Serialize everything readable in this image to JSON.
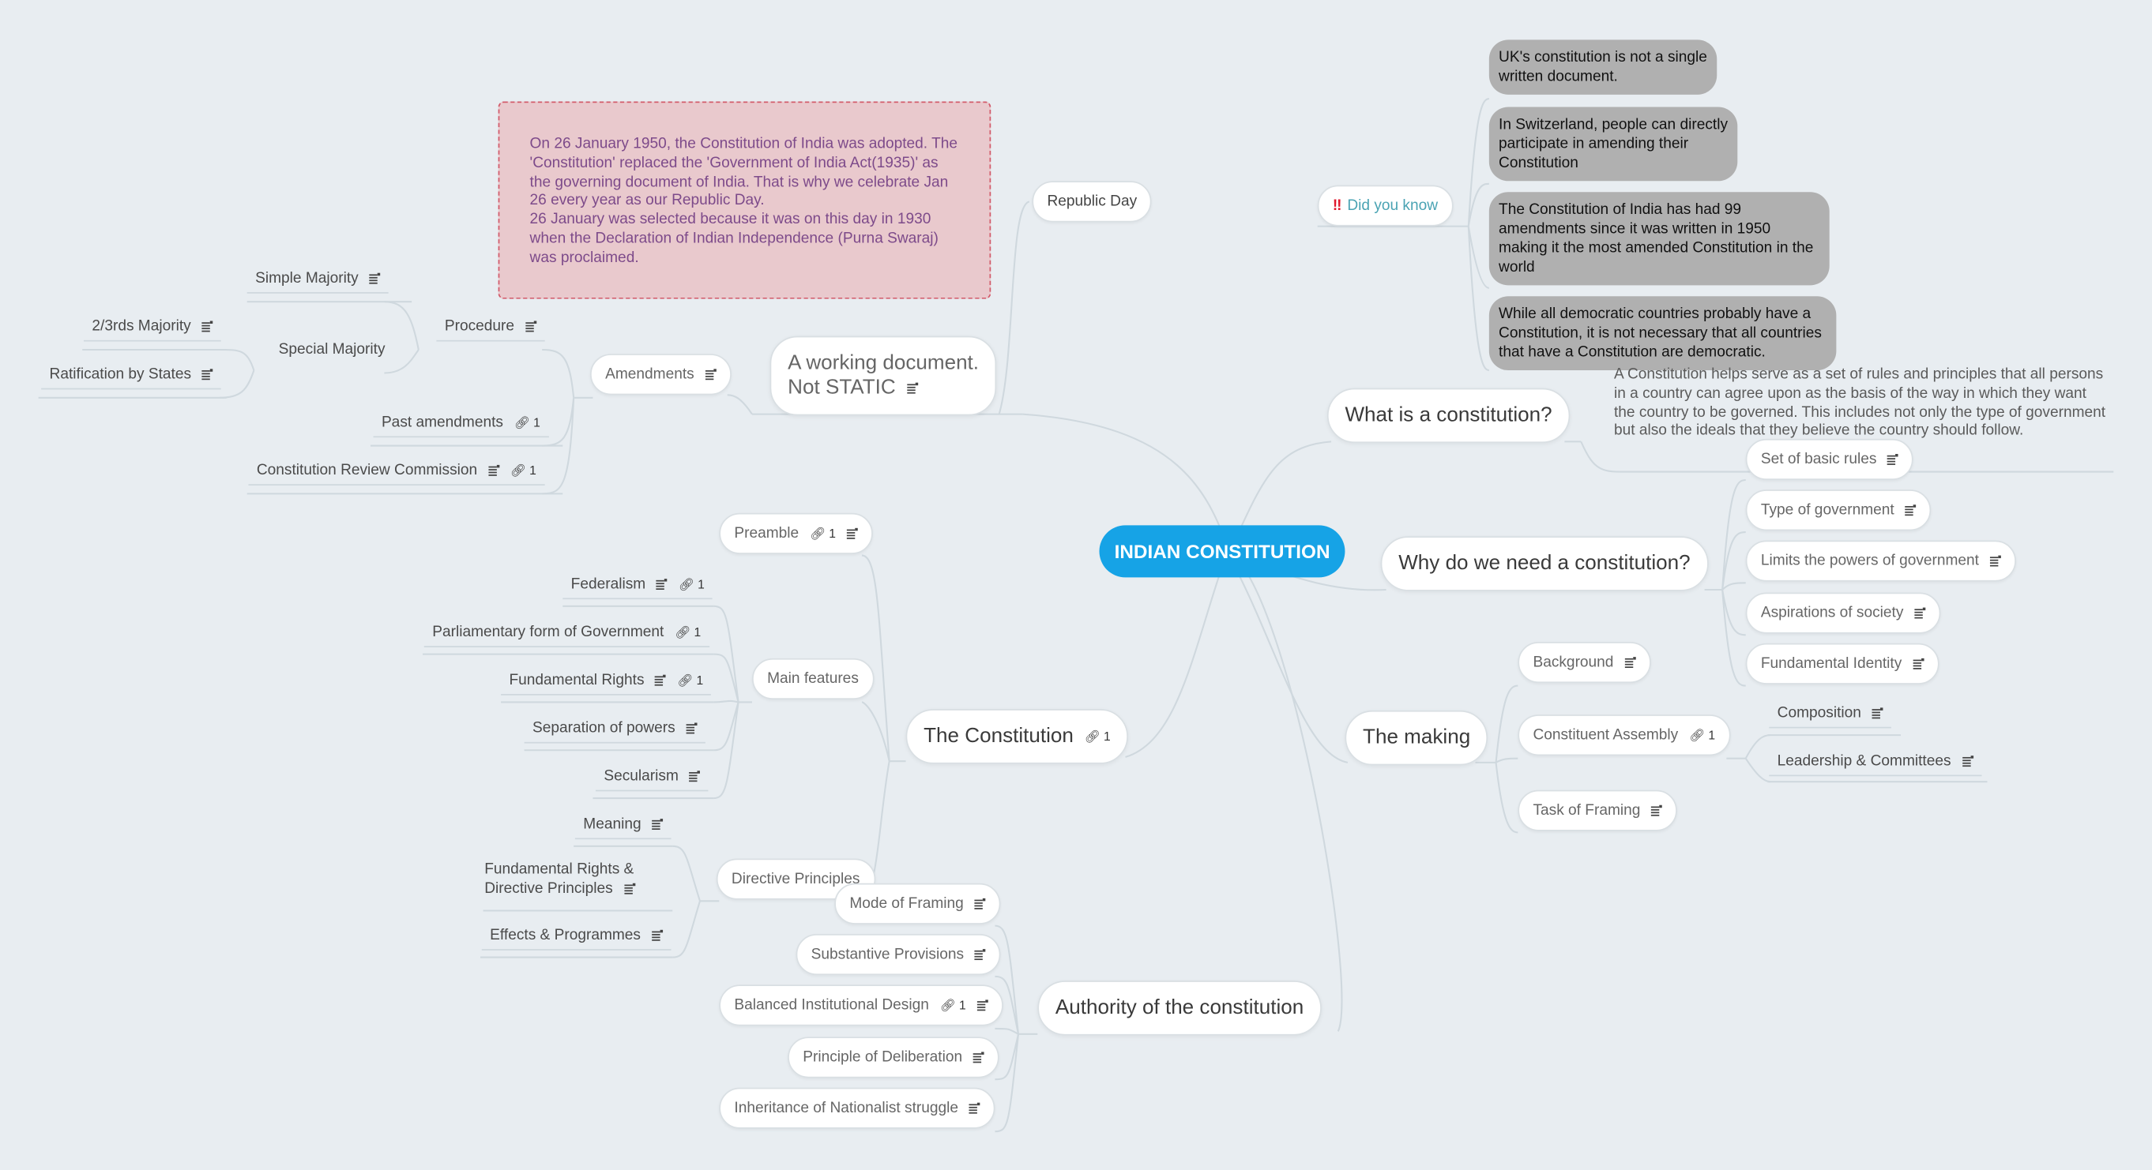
{
  "root": {
    "label": "INDIAN CONSTITUTION"
  },
  "republic": {
    "label": "Republic Day",
    "note": "On 26 January 1950, the Constitution of India was adopted. The 'Constitution' replaced the 'Government of India Act(1935)' as the governing document of India. That is why we celebrate Jan 26 every year as our Republic Day.\n26 January was selected because it was on this day in 1930 when the Declaration of Indian Independence (Purna Swaraj) was proclaimed."
  },
  "working": {
    "label": "A working document.\nNot STATIC"
  },
  "amendments": {
    "label": "Amendments",
    "procedure": "Procedure",
    "simple": "Simple Majority",
    "special": "Special Majority",
    "two_thirds": "2/3rds Majority",
    "ratification": "Ratification by States",
    "past": "Past amendments",
    "past_count": "1",
    "review": "Constitution Review Commission",
    "review_count": "1"
  },
  "constitution": {
    "label": "The Constitution",
    "count": "1",
    "preamble": "Preamble",
    "preamble_count": "1",
    "main_features": "Main features",
    "federalism": "Federalism",
    "federalism_count": "1",
    "parliamentary": "Parliamentary form of Government",
    "parliamentary_count": "1",
    "fundamental_rights": "Fundamental Rights",
    "fundamental_rights_count": "1",
    "separation": "Separation of powers",
    "secularism": "Secularism",
    "directive": "Directive Principles",
    "meaning": "Meaning",
    "fr_dp": "Fundamental Rights &\nDirective Principles",
    "effects": "Effects & Programmes"
  },
  "authority": {
    "label": "Authority of the constitution",
    "mode": "Mode of Framing",
    "substantive": "Substantive Provisions",
    "balanced": "Balanced Institutional Design",
    "balanced_count": "1",
    "deliberation": "Principle of Deliberation",
    "inheritance": "Inheritance of Nationalist struggle"
  },
  "did_you_know": {
    "label": "Did you know",
    "facts": [
      "UK's constitution is not a single written document.",
      "In Switzerland, people can directly participate in amending their Constitution",
      "The Constitution of India has had 99 amendments since it was written in 1950 making it the most amended Constitution in the world",
      "While all democratic countries probably have a Constitution, it is not necessary that all countries that have a Constitution are democratic."
    ]
  },
  "what": {
    "label": "What is a constitution?",
    "desc": "A Constitution helps serve as a set of rules and principles that all persons in a country can agree upon as the basis of the way in which they want the country to be governed. This includes not only the type of government but also the ideals that they believe the country should follow."
  },
  "why": {
    "label": "Why do we need a constitution?",
    "items": [
      "Set of basic rules",
      "Type of government",
      "Limits the powers of government",
      "Aspirations of society",
      "Fundamental Identity"
    ]
  },
  "making": {
    "label": "The making",
    "background": "Background",
    "assembly": "Constituent Assembly",
    "assembly_count": "1",
    "composition": "Composition",
    "leadership": "Leadership & Committees",
    "task": "Task of Framing"
  },
  "colors": {
    "root": "#16a3e6",
    "callout_bg": "#e9c9cd",
    "callout_border": "#d25a6a",
    "fact_bg": "#b0b0b0",
    "line": "#cfd8de"
  }
}
